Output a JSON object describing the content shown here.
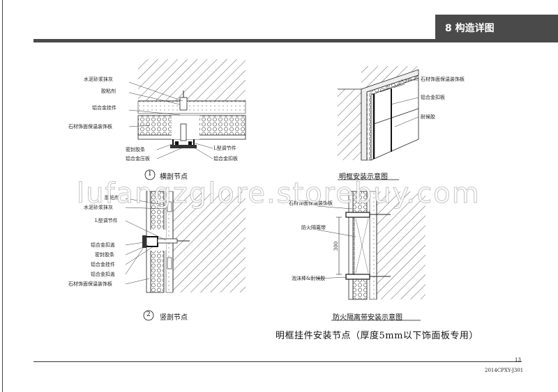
{
  "header": {
    "section_title": "8 构造详图"
  },
  "detail1": {
    "labels": [
      "水泥砂浆抹灰",
      "胶粘剂",
      "铝合金挂件",
      "石材饰面保温装饰板",
      "密封胶条",
      "铝合金压板",
      "L型调节件",
      "铝合金扣板"
    ],
    "caption_number": "1",
    "caption": "横剖节点"
  },
  "detail2": {
    "labels": [
      "胶粘剂",
      "水泥砂浆抹灰",
      "L型调节件",
      "铝合金扣盖",
      "密封胶条",
      "铝合金挂件",
      "铝合金扣盖",
      "石材饰面保温装饰板"
    ],
    "caption_number": "2",
    "caption": "竖剖节点"
  },
  "detail3": {
    "labels": [
      "石材饰面保温装饰板",
      "铝合金扣板",
      "耐候胶"
    ],
    "caption": "明框安装示意图"
  },
  "detail4": {
    "labels": [
      "石材饰面保温装饰板",
      "防火隔离带",
      "泡沫棒&耐候胶"
    ],
    "dimension": "300",
    "caption": "防火隔离带安装示意图"
  },
  "main_title": "明框挂件安装节点（厚度5mm以下饰面板专用）",
  "footer": {
    "page_number": "13",
    "atlas_number": "2014CPXY-J301"
  },
  "watermark": "lufangzglore.storebuy.com"
}
